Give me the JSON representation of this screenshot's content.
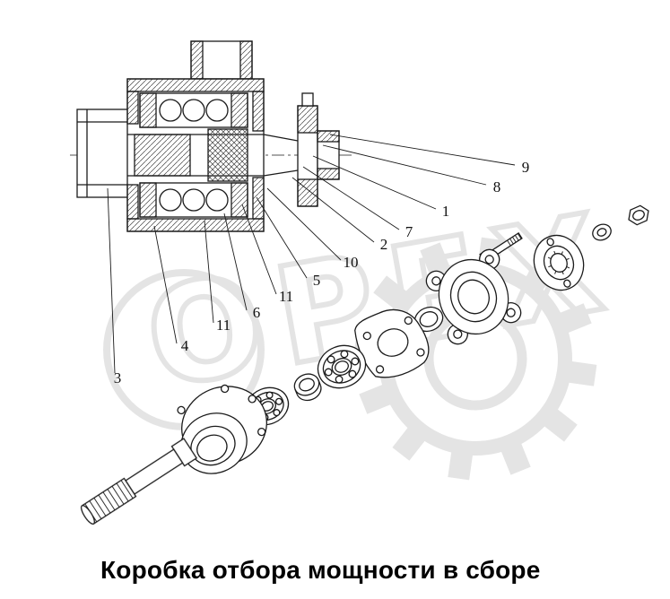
{
  "diagram": {
    "caption": "Коробка отбора мощности в сборе",
    "watermark_text": "ОРЕХ",
    "callouts": [
      {
        "label": "9"
      },
      {
        "label": "8"
      },
      {
        "label": "1"
      },
      {
        "label": "7"
      },
      {
        "label": "2"
      },
      {
        "label": "10"
      },
      {
        "label": "5"
      },
      {
        "label": "11"
      },
      {
        "label": "6"
      },
      {
        "label": "11"
      },
      {
        "label": "4"
      },
      {
        "label": "3"
      }
    ]
  },
  "colors": {
    "line": "#1b1b1b",
    "watermark": "#c9c9c9",
    "background": "#ffffff"
  }
}
